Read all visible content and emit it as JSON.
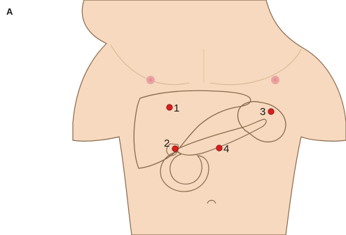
{
  "panel": {
    "label": "A"
  },
  "colors": {
    "skin": "#f6d9be",
    "skin_shadow": "#e8c2a0",
    "outline": "#8a6a4e",
    "nipple": "#e7a4a4",
    "marker": "#d81f1f"
  },
  "markers": [
    {
      "id": 1,
      "label": "1",
      "organ": "liver"
    },
    {
      "id": 2,
      "label": "2",
      "organ": "gallbladder"
    },
    {
      "id": 3,
      "label": "3",
      "organ": "spleen"
    },
    {
      "id": 4,
      "label": "4",
      "organ": "pancreas"
    }
  ]
}
